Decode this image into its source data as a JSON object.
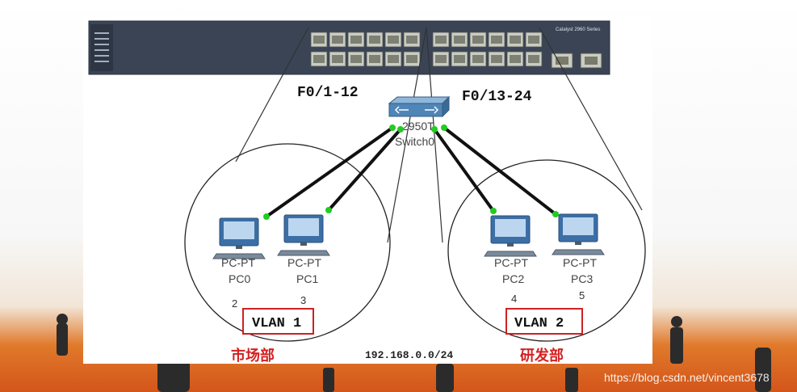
{
  "switch_panel": {
    "brand_text": "Catalyst 2960 Series"
  },
  "port_ranges": {
    "left": "F0/1-12",
    "right": "F0/13-24"
  },
  "switch_node": {
    "model": "2950T",
    "name": "Switch0"
  },
  "pcs": [
    {
      "type": "PC-PT",
      "name": "PC0",
      "port": "2"
    },
    {
      "type": "PC-PT",
      "name": "PC1",
      "port": "3"
    },
    {
      "type": "PC-PT",
      "name": "PC2",
      "port": "4"
    },
    {
      "type": "PC-PT",
      "name": "PC3",
      "port": "5"
    }
  ],
  "vlans": [
    {
      "label": "VLAN 1",
      "dept": "市场部"
    },
    {
      "label": "VLAN 2",
      "dept": "研发部"
    }
  ],
  "subnet": "192.168.0.0/24",
  "watermark": "https://blog.csdn.net/vincent3678",
  "colors": {
    "port_green": "#22cc22",
    "link_black": "#111111",
    "vlan_box_red": "#cc2222",
    "dept_text_red": "#d42020",
    "switch_body": "#3a4454",
    "diagram_bg": "#ffffff"
  }
}
